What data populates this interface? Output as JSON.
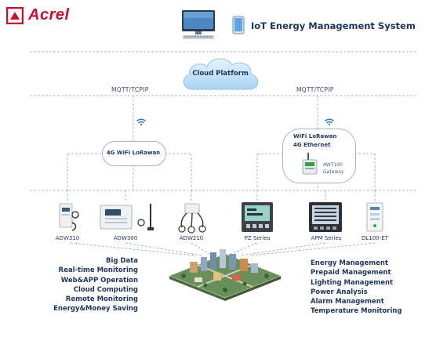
{
  "brand": {
    "name": "Acrel"
  },
  "header": {
    "title": "IoT Energy Management System"
  },
  "cloud": {
    "label": "Cloud Platform"
  },
  "protocols": {
    "left": "MQTT/TCPIP",
    "right": "MQTT/TCPIP"
  },
  "gateways": {
    "left": {
      "label": "4G WiFi LoRawan"
    },
    "right": {
      "line1": "WiFi LoRawan",
      "line2": "4G Ethernet",
      "device": "AWT100",
      "device_type": "Gateway"
    }
  },
  "devices": [
    {
      "label": "ADW310"
    },
    {
      "label": "ADW300"
    },
    {
      "label": "ADW210"
    },
    {
      "label": "PZ Series"
    },
    {
      "label": "APM Series"
    },
    {
      "label": "DL100-ET"
    }
  ],
  "features_left": [
    "Big Data",
    "Real-time Monitoring",
    "Web&APP Operation",
    "Cloud Computing",
    "Remote Monitoring",
    "Energy&Money Saving"
  ],
  "features_right": [
    "Energy Management",
    "Prepaid Management",
    "Lighting Management",
    "Power Analysis",
    "Alarm Management",
    "Temperature Monitoring"
  ],
  "colors": {
    "brand": "#c8102e",
    "line": "#8fa7c8",
    "text": "#1f3557"
  }
}
